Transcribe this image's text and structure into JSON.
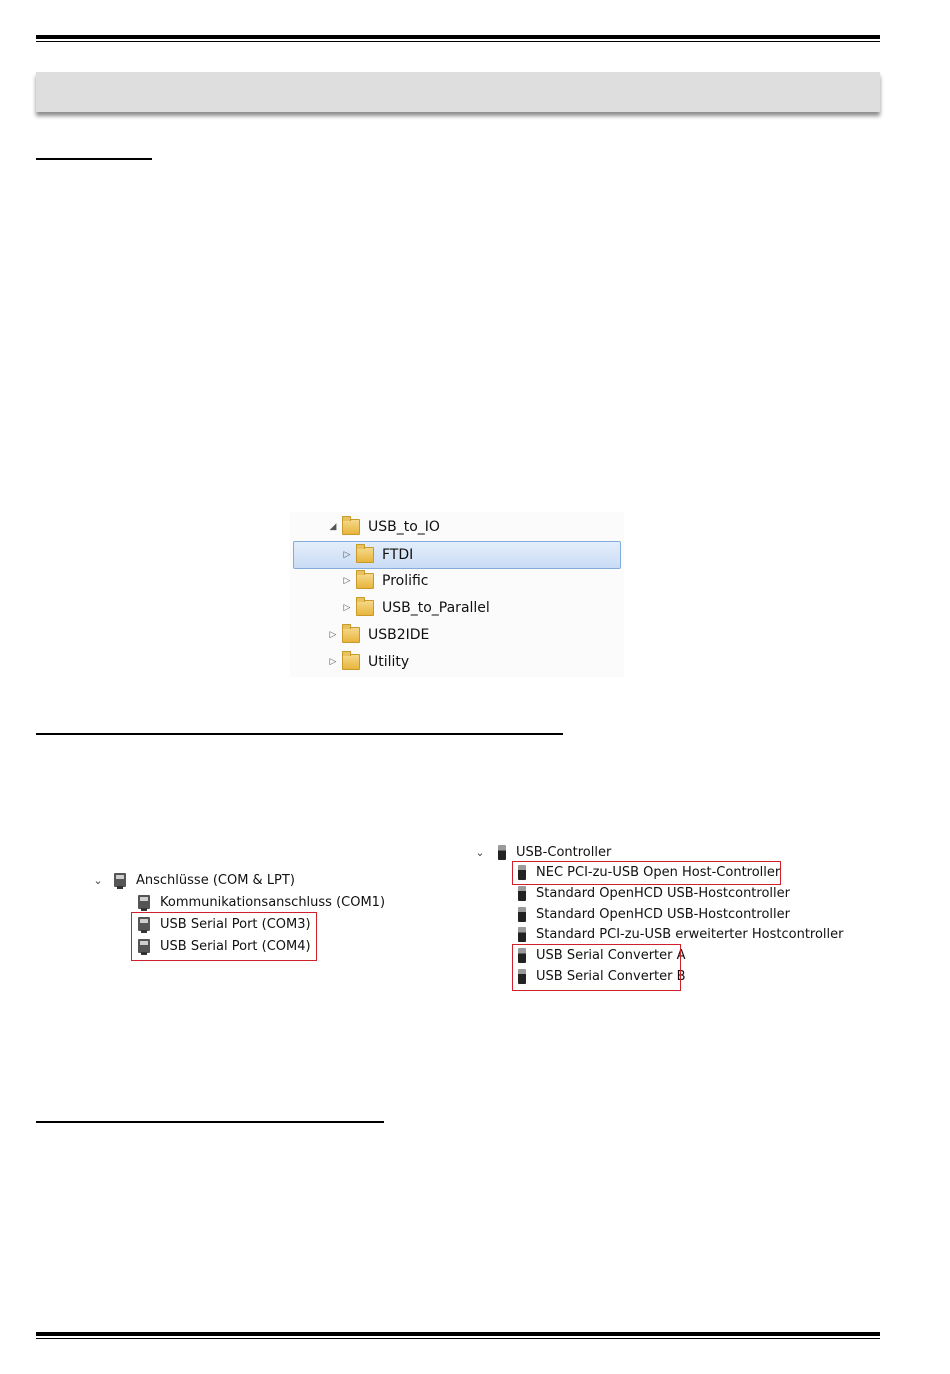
{
  "explorer_tree": [
    {
      "label": "USB_to_IO",
      "expanded": true,
      "level": 0,
      "selected": false
    },
    {
      "label": "FTDI",
      "expanded": false,
      "level": 1,
      "selected": true
    },
    {
      "label": "Prolific",
      "expanded": false,
      "level": 1,
      "selected": false
    },
    {
      "label": "USB_to_Parallel",
      "expanded": false,
      "level": 1,
      "selected": false
    },
    {
      "label": "USB2IDE",
      "expanded": false,
      "level": 0,
      "selected": false
    },
    {
      "label": "Utility",
      "expanded": false,
      "level": 0,
      "selected": false
    }
  ],
  "device_manager_ports": {
    "category": "Anschlüsse (COM & LPT)",
    "items": [
      "Kommunikationsanschluss (COM1)",
      "USB Serial Port (COM3)",
      "USB Serial Port (COM4)"
    ]
  },
  "device_manager_usb": {
    "category": "USB-Controller",
    "items": [
      "NEC PCI-zu-USB Open Host-Controller",
      "Standard OpenHCD USB-Hostcontroller",
      "Standard OpenHCD USB-Hostcontroller",
      "Standard PCI-zu-USB erweiterter Hostcontroller",
      "USB Serial Converter A",
      "USB Serial Converter B"
    ]
  },
  "colors": {
    "highlight_box": "#d0202a",
    "selection": "#c9dcf5",
    "title_bar": "#dedede"
  }
}
